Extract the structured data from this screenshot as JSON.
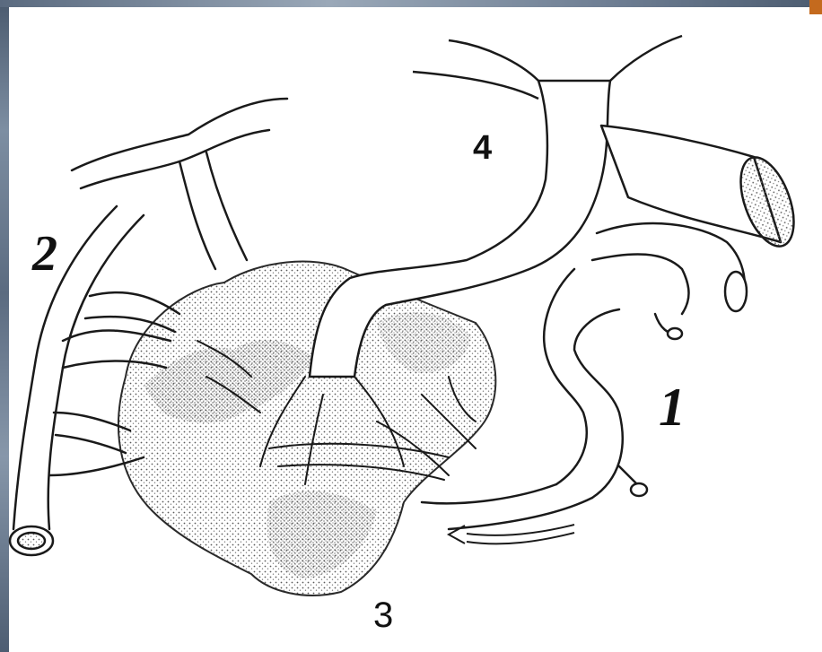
{
  "figure": {
    "labels": {
      "one": "1",
      "two": "2",
      "three": "3",
      "four": "4"
    },
    "colors": {
      "line": "#1a1a1a",
      "stipple": "#6a6a6a",
      "frame_edge": "#5b6b80",
      "corner_accent": "#c46a1e"
    }
  }
}
